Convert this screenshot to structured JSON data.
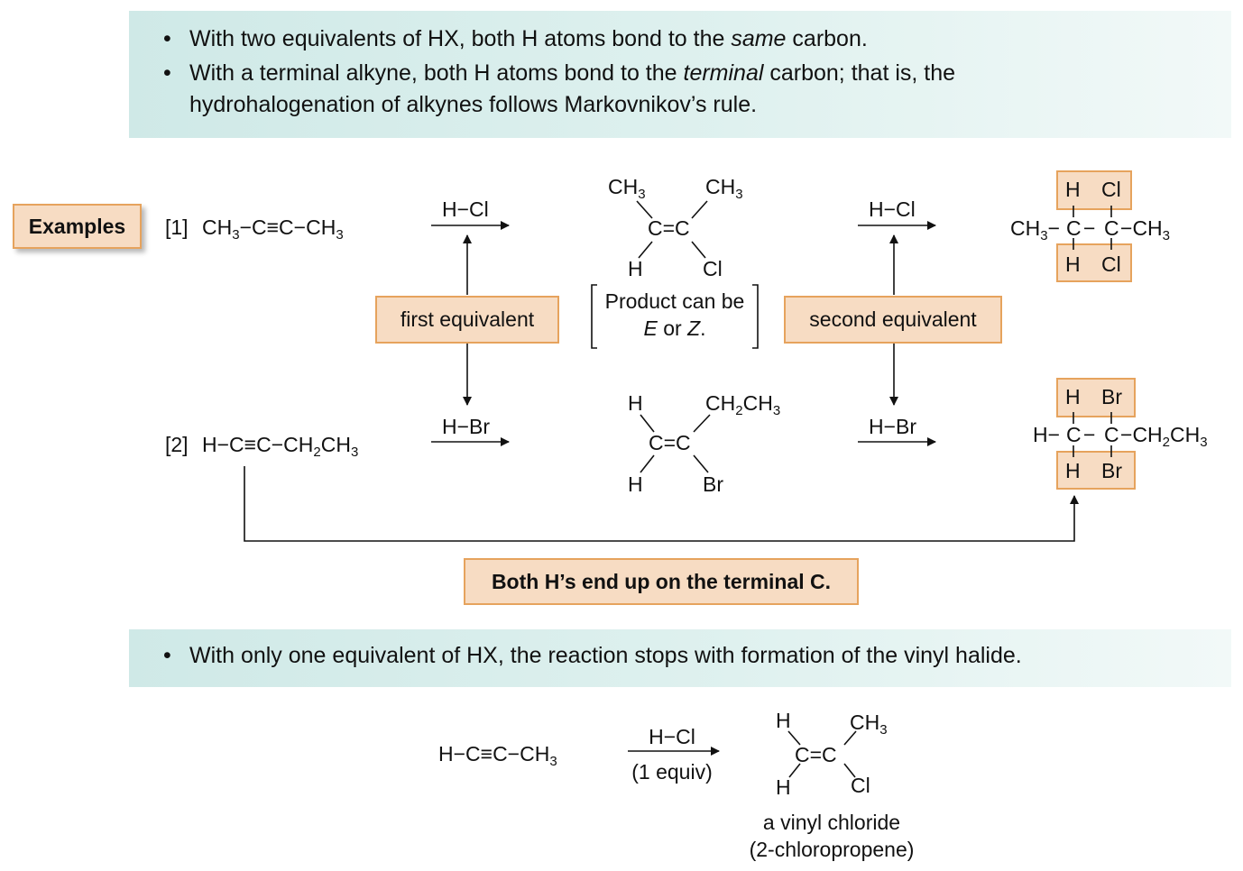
{
  "top_bullets": {
    "b1": {
      "pre": "With two equivalents of HX, both H atoms bond to the ",
      "em": "same",
      "post": " carbon."
    },
    "b2": {
      "pre": "With a terminal alkyne, both H atoms bond to the ",
      "em": "terminal",
      "post": " carbon; that is, the"
    },
    "b2_line2": "hydrohalogenation of alkynes follows Markovnikov’s rule."
  },
  "examples_label": "Examples",
  "reaction1": {
    "num": "[1]",
    "alkyne": {
      "ch3": "CH",
      "sub": "3",
      "bond": "−C≡C−"
    },
    "reagent": "H−Cl",
    "intermediate": {
      "ch3_left": "CH",
      "ch3_right": "CH",
      "sub": "3",
      "cc": "C=C",
      "h": "H",
      "x": "Cl"
    },
    "reagent2": "H−Cl",
    "product": {
      "ch3": "CH",
      "sub": "3",
      "bond": "−",
      "c": "C",
      "top_h": "H",
      "top_x": "Cl",
      "bot_h": "H",
      "bot_x": "Cl"
    }
  },
  "reaction2": {
    "num": "[2]",
    "alkyne": {
      "h": "H",
      "bond": "−C≡C−",
      "ch2": "CH",
      "sub2": "2",
      "ch3": "CH",
      "sub3": "3"
    },
    "reagent": "H−Br",
    "intermediate": {
      "h_top": "H",
      "h_bot": "H",
      "ch2": "CH",
      "sub2": "2",
      "ch3": "CH",
      "sub3": "3",
      "cc": "C=C",
      "x": "Br"
    },
    "reagent2": "H−Br",
    "product": {
      "h": "H",
      "bond": "−",
      "c": "C",
      "ch2": "CH",
      "sub2": "2",
      "ch3": "CH",
      "sub3": "3",
      "top_h": "H",
      "top_x": "Br",
      "bot_h": "H",
      "bot_x": "Br"
    }
  },
  "labels": {
    "first": "first equivalent",
    "second": "second equivalent",
    "ez_line1": "Product can be",
    "ez_e": "E",
    "ez_or": " or ",
    "ez_z": "Z",
    "ez_dot": ".",
    "terminal": "Both H’s end up on the terminal C."
  },
  "bottom_bullet": "With only one equivalent of HX, the reaction stops with formation of the vinyl halide.",
  "reaction3": {
    "alkyne": {
      "pre": "H−C≡C−CH",
      "sub": "3"
    },
    "reagent": "H−Cl",
    "condition": "(1 equiv)",
    "product": {
      "h_top": "H",
      "h_bot": "H",
      "ch3": "CH",
      "sub": "3",
      "cc": "C=C",
      "x": "Cl"
    },
    "name": "a vinyl chloride",
    "iupac": "(2-chloropropene)"
  },
  "colors": {
    "panel": "#d6eceb",
    "box_fill": "#f7dcc3",
    "box_border": "#e6a35d"
  }
}
